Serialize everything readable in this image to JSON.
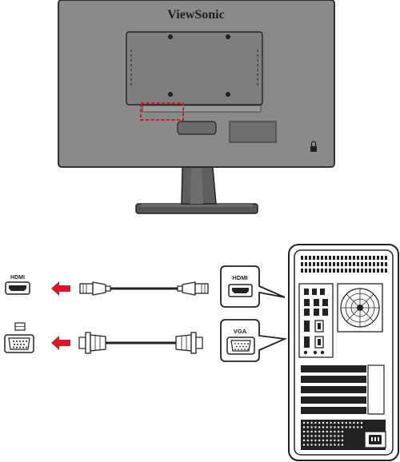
{
  "monitor": {
    "brand": "ViewSonic"
  },
  "connections": [
    {
      "name": "HDMI",
      "port_label": "HDMI",
      "callout_label": "HDMI"
    },
    {
      "name": "VGA",
      "port_label": "",
      "callout_label": "VGA"
    }
  ],
  "colors": {
    "body_gray": "#8a8a8a",
    "dark": "#3a3a3a",
    "line": "#222222",
    "arrow_red": "#d7182a",
    "highlight_red": "#d7182a"
  },
  "icons": [
    "lock-icon",
    "power-socket-icon",
    "fan-grille-icon"
  ]
}
